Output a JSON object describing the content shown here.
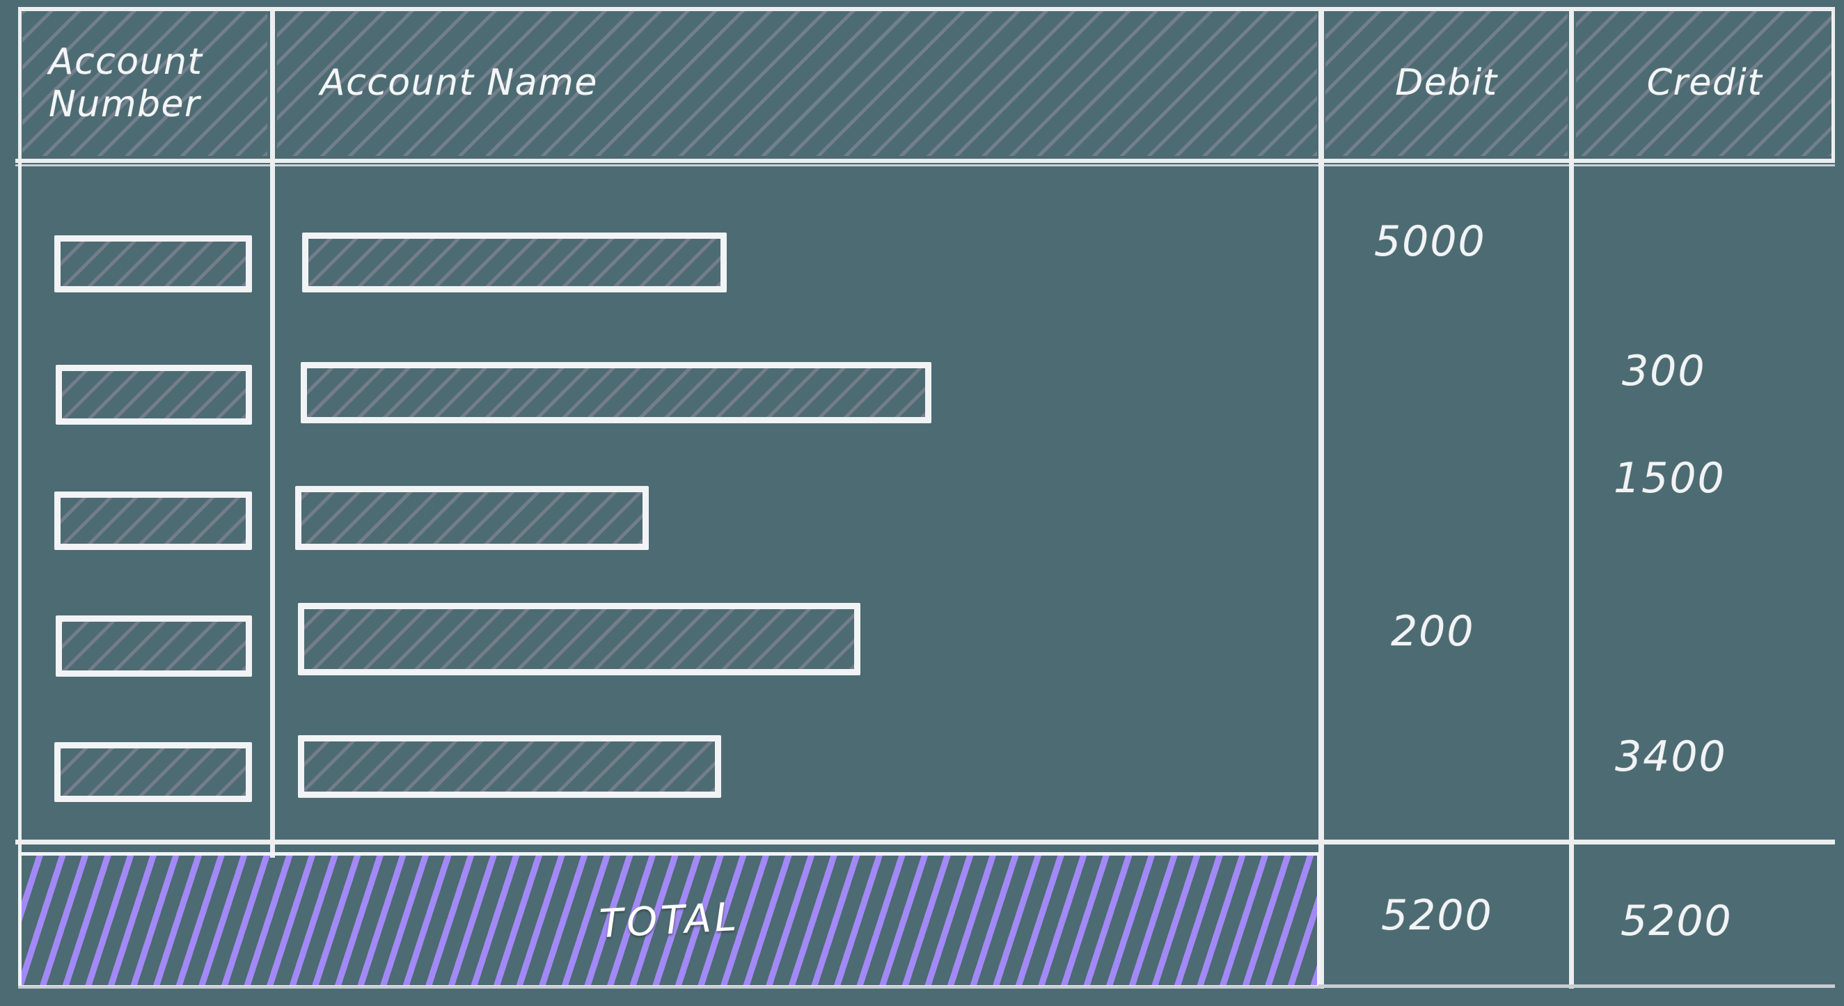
{
  "style": {
    "background": "#4d6b72",
    "stroke": "#f1f3f5",
    "hatch_grey": "#767e8c",
    "hatch_purple": "#a389f7",
    "text": "#f1f3f5"
  },
  "table": {
    "columns": [
      {
        "key": "account_number",
        "header": "Account\nNumber"
      },
      {
        "key": "account_name",
        "header": "Account  Name"
      },
      {
        "key": "debit",
        "header": "Debit"
      },
      {
        "key": "credit",
        "header": "Credit"
      }
    ],
    "rows": [
      {
        "account_number": "",
        "account_name": "",
        "debit": "5000",
        "credit": ""
      },
      {
        "account_number": "",
        "account_name": "",
        "debit": "",
        "credit": "300"
      },
      {
        "account_number": "",
        "account_name": "",
        "debit": "",
        "credit": "1500"
      },
      {
        "account_number": "",
        "account_name": "",
        "debit": "200",
        "credit": ""
      },
      {
        "account_number": "",
        "account_name": "",
        "debit": "",
        "credit": "3400"
      }
    ],
    "total_row": {
      "label": "TOTAL",
      "debit": "5200",
      "credit": "5200"
    }
  }
}
